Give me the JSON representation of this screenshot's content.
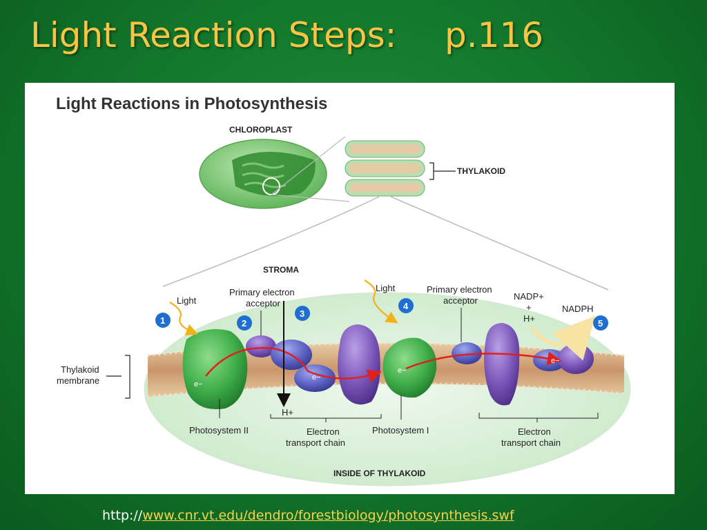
{
  "slide": {
    "title": "Light Reaction Steps:",
    "page_ref": "p.116",
    "source_prefix": "http://",
    "source_link": "www.cnr.vt.edu/dendro/forestbiology/photosynthesis.swf"
  },
  "figure": {
    "heading": "Light Reactions in Photosynthesis",
    "chloroplast": "CHLOROPLAST",
    "thylakoid": "THYLAKOID",
    "stroma": "STROMA",
    "inside": "INSIDE OF THYLAKOID",
    "membrane_l1": "Thylakoid",
    "membrane_l2": "membrane",
    "light": "Light",
    "pea_l1": "Primary electron",
    "pea_l2": "acceptor",
    "nadp": "NADP+",
    "plus": "+",
    "hplus": "H+",
    "nadph": "NADPH",
    "ps2": "Photosystem II",
    "ps1": "Photosystem I",
    "etc_l1": "Electron",
    "etc_l2": "transport chain",
    "electron": "e−",
    "steps": [
      "1",
      "2",
      "3",
      "4",
      "5"
    ]
  },
  "colors": {
    "title": "#f6c545",
    "link": "#f6d34a",
    "photosystem": "#3fae4a",
    "protein_purple": "#7a55b8",
    "protein_blue": "#5a5fc0",
    "electron_path": "#e0201a",
    "step_badge": "#1f6fd1",
    "light_arrow": "#f2b21b"
  }
}
